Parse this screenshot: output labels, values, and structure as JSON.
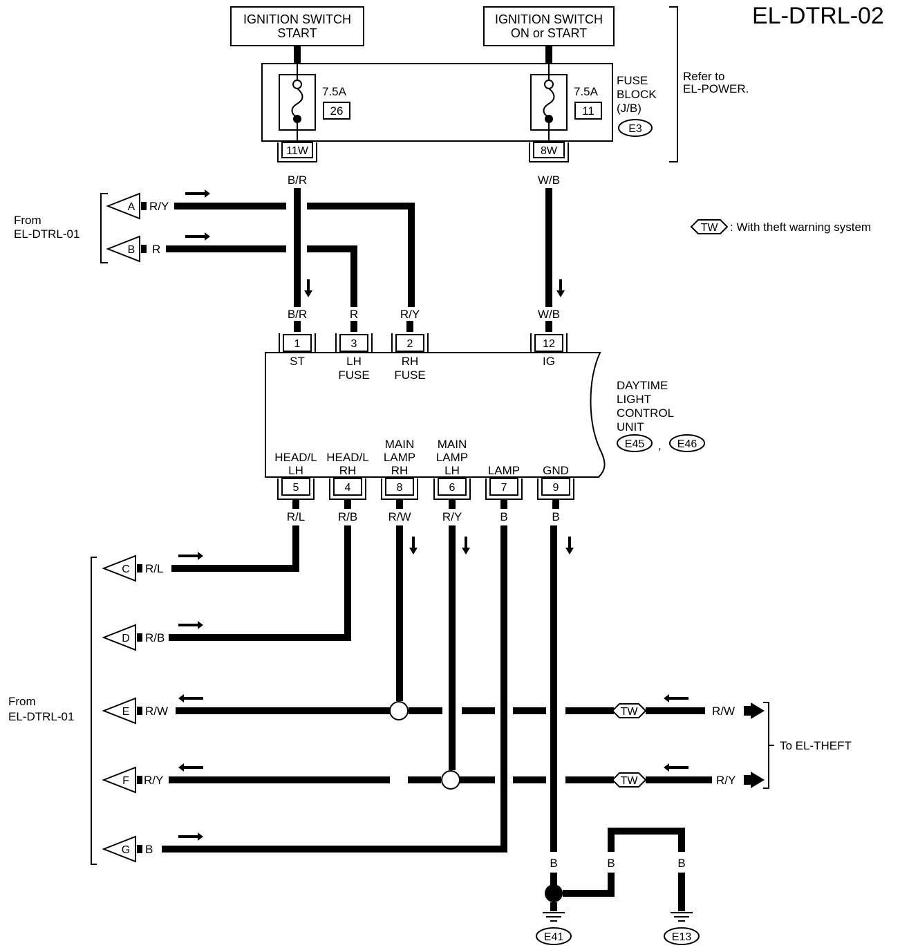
{
  "title": "EL-DTRL-02",
  "power_sources": {
    "start": [
      "IGNITION SWITCH",
      "START"
    ],
    "on_start": [
      "IGNITION SWITCH",
      "ON or START"
    ]
  },
  "fuse_block": {
    "fuse1_rating": "7.5A",
    "fuse1_number": "26",
    "fuse2_rating": "7.5A",
    "fuse2_number": "11",
    "label": [
      "FUSE",
      "BLOCK",
      "(J/B)"
    ],
    "connector": "E3",
    "terminal_left": "11W",
    "terminal_right": "8W",
    "refer": [
      "Refer to",
      "EL-POWER."
    ]
  },
  "legend": {
    "badge": "TW",
    "text": ": With theft warning system"
  },
  "from_top": [
    "From",
    "EL-DTRL-01"
  ],
  "from_bottom": [
    "From",
    "EL-DTRL-01"
  ],
  "to_theft": "To EL-THEFT",
  "wire_colors": {
    "fuse_left_out": "B/R",
    "fuse_right_out": "W/B",
    "a": "R/Y",
    "b": "R",
    "t1": "B/R",
    "t3": "R",
    "t2": "R/Y",
    "t12": "W/B",
    "t5": "R/L",
    "t4": "R/B",
    "t8": "R/W",
    "t6": "R/Y",
    "t7": "B",
    "t9": "B",
    "c": "R/L",
    "d": "R/B",
    "e": "R/W",
    "f": "R/Y",
    "g": "B",
    "theft_rw": "R/W",
    "theft_ry": "R/Y",
    "gnd_drop": "B",
    "gnd_link_left": "B",
    "gnd_link_right": "B"
  },
  "connectors_in": [
    "A",
    "B",
    "C",
    "D",
    "E",
    "F",
    "G"
  ],
  "control_unit": {
    "name": [
      "DAYTIME",
      "LIGHT",
      "CONTROL",
      "UNIT"
    ],
    "connector1": "E45",
    "separator": ",",
    "connector2": "E46",
    "top_terminals": [
      {
        "num": "1",
        "label": [
          "ST"
        ]
      },
      {
        "num": "3",
        "label": [
          "LH",
          "FUSE"
        ]
      },
      {
        "num": "2",
        "label": [
          "RH",
          "FUSE"
        ]
      },
      {
        "num": "12",
        "label": [
          "IG"
        ]
      }
    ],
    "bottom_terminals": [
      {
        "num": "5",
        "label": [
          "HEAD/L",
          "LH"
        ]
      },
      {
        "num": "4",
        "label": [
          "HEAD/L",
          "RH"
        ]
      },
      {
        "num": "8",
        "label": [
          "MAIN",
          "LAMP",
          "RH"
        ]
      },
      {
        "num": "6",
        "label": [
          "MAIN",
          "LAMP",
          "LH"
        ]
      },
      {
        "num": "7",
        "label": [
          "LAMP"
        ]
      },
      {
        "num": "9",
        "label": [
          "GND"
        ]
      }
    ]
  },
  "grounds": [
    "E41",
    "E13"
  ]
}
